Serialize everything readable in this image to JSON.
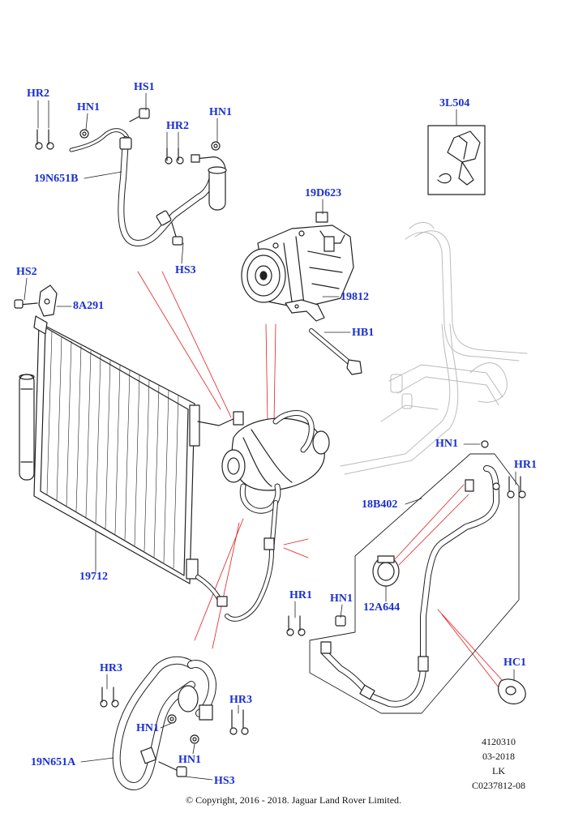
{
  "labels": {
    "hr2_a": "HR2",
    "hs1": "HS1",
    "hn1_a": "HN1",
    "hn1_b": "HN1",
    "hr2_b": "HR2",
    "p19n651b": "19N651B",
    "hs3_a": "HS3",
    "p3l504": "3L504",
    "p19d623": "19D623",
    "hs2": "HS2",
    "p8a291": "8A291",
    "p19812": "19812",
    "hb1": "HB1",
    "hn1_c": "HN1",
    "hr1_a": "HR1",
    "p18b402": "18B402",
    "p19712": "19712",
    "hr1_b": "HR1",
    "hn1_d": "HN1",
    "p12a644": "12A644",
    "hc1": "HC1",
    "hr3_a": "HR3",
    "hr3_b": "HR3",
    "hn1_e": "HN1",
    "hn1_f": "HN1",
    "p19n651a": "19N651A",
    "hs3_b": "HS3"
  },
  "meta": {
    "line1": "4120310",
    "line2": "03-2018",
    "line3": "LK",
    "line4": "C0237812-08"
  },
  "copyright": "© Copyright, 2016 - 2018. Jaguar Land Rover Limited."
}
